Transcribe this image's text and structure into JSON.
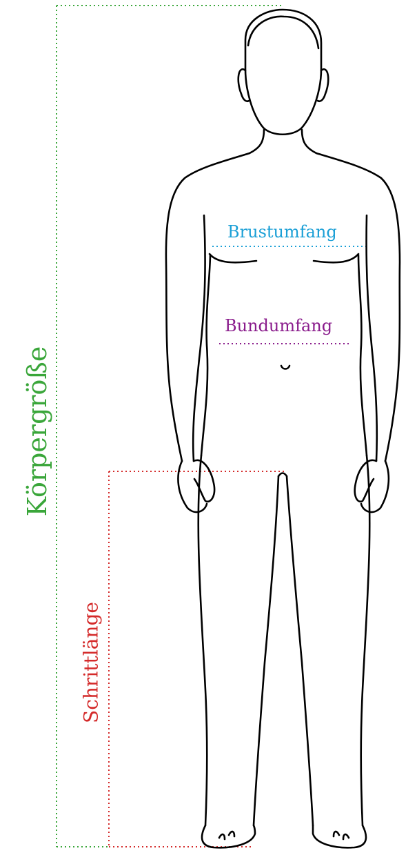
{
  "labels": {
    "chest": "Brustumfang",
    "waist": "Bundumfang",
    "height": "Körpergröße",
    "inseam": "Schrittlänge"
  },
  "colors": {
    "chest": "#1a9fd6",
    "waist": "#8a1c8c",
    "height": "#3aa63a",
    "inseam": "#d42a2a",
    "outline": "#000000"
  }
}
